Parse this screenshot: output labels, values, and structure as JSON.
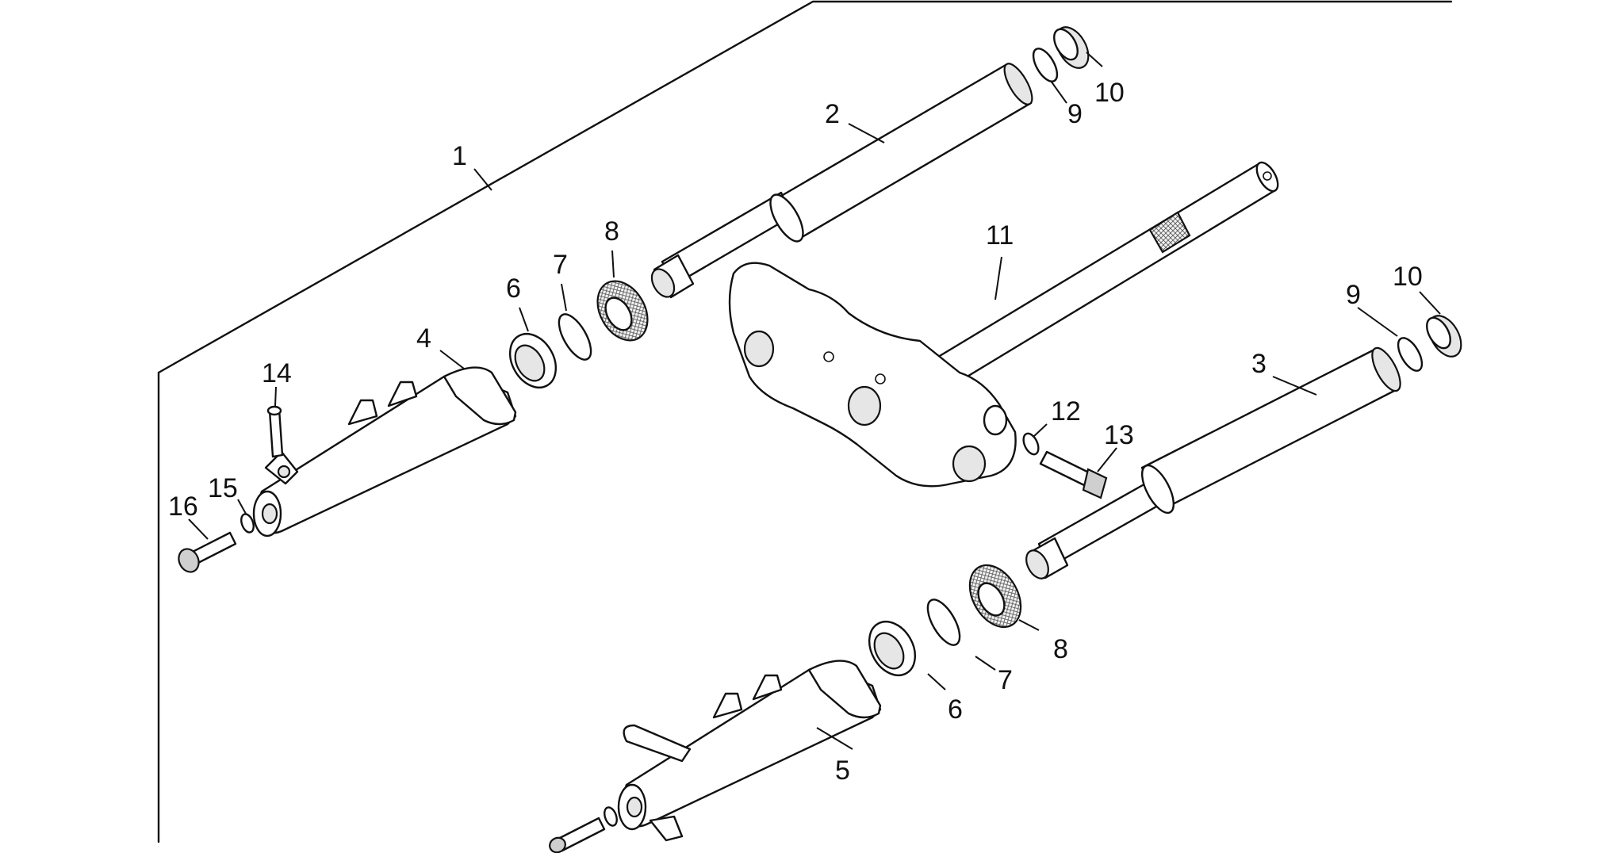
{
  "diagram": {
    "callouts": [
      {
        "id": "c1",
        "text": "1"
      },
      {
        "id": "c2",
        "text": "2"
      },
      {
        "id": "c3",
        "text": "3"
      },
      {
        "id": "c4",
        "text": "4"
      },
      {
        "id": "c5",
        "text": "5"
      },
      {
        "id": "c6a",
        "text": "6"
      },
      {
        "id": "c6b",
        "text": "6"
      },
      {
        "id": "c7a",
        "text": "7"
      },
      {
        "id": "c7b",
        "text": "7"
      },
      {
        "id": "c8a",
        "text": "8"
      },
      {
        "id": "c8b",
        "text": "8"
      },
      {
        "id": "c9a",
        "text": "9"
      },
      {
        "id": "c9b",
        "text": "9"
      },
      {
        "id": "c10a",
        "text": "10"
      },
      {
        "id": "c10b",
        "text": "10"
      },
      {
        "id": "c11",
        "text": "11"
      },
      {
        "id": "c12",
        "text": "12"
      },
      {
        "id": "c13",
        "text": "13"
      },
      {
        "id": "c14",
        "text": "14"
      },
      {
        "id": "c15",
        "text": "15"
      },
      {
        "id": "c16",
        "text": "16"
      }
    ],
    "colors": {
      "line": "#111111",
      "background": "#ffffff",
      "shade": "#e6e6e6"
    }
  }
}
